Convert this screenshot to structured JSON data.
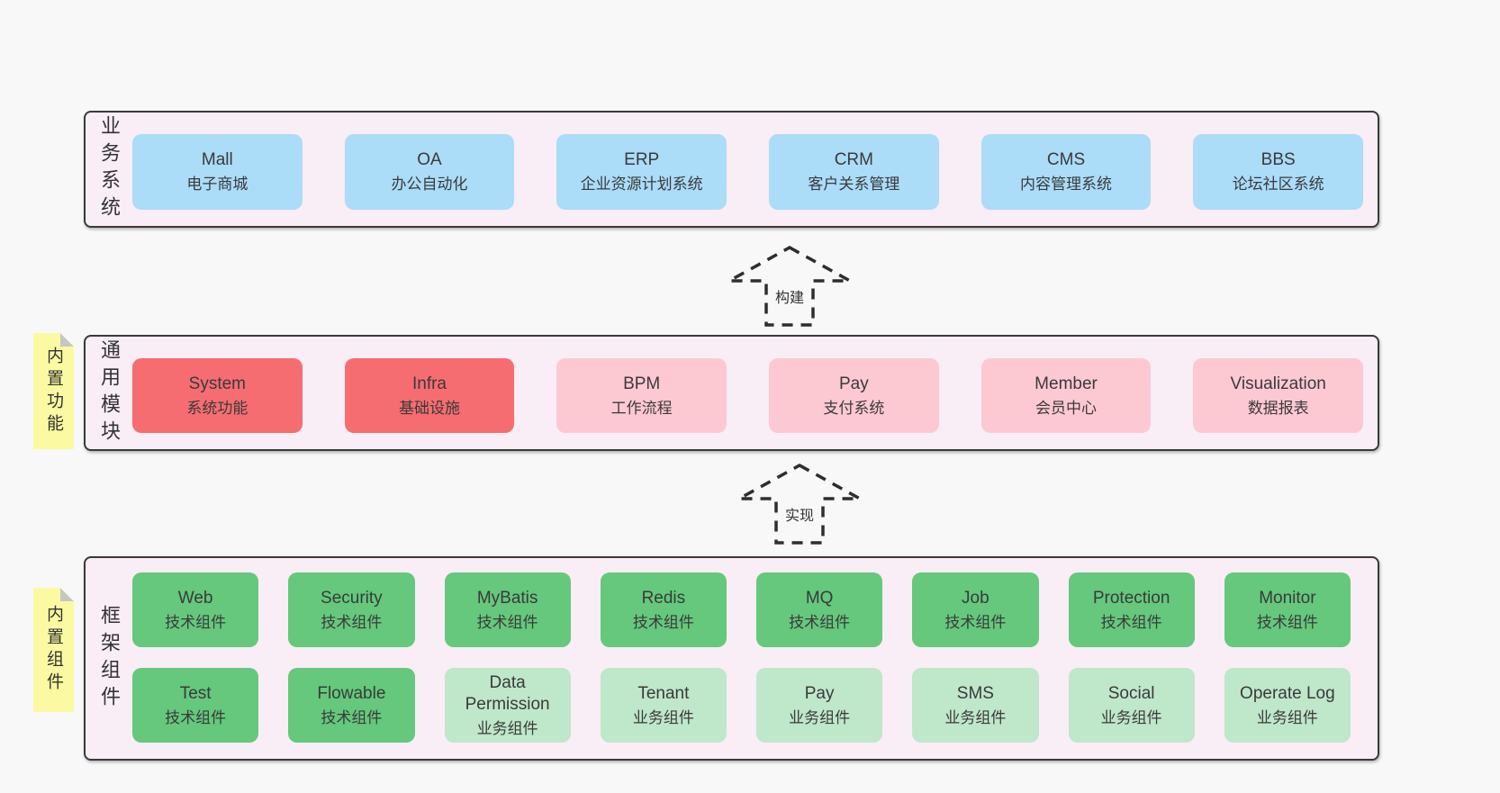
{
  "colors": {
    "background": "#f8f8f8",
    "panel_background": "#f9edf6",
    "panel_border": "#3a3a3a",
    "blue_box": "#abdcf8",
    "red_box": "#f66d71",
    "pink_box": "#fcc9d3",
    "green_box": "#65c87c",
    "light_green_box": "#bfe7ca",
    "sticky_note": "#fbfaa2",
    "text": "#3a3a3a"
  },
  "arrows": [
    {
      "label": "构建"
    },
    {
      "label": "实现"
    }
  ],
  "sections": [
    {
      "label": "业务系统",
      "boxes": [
        {
          "name": "Mall",
          "desc": "电子商城"
        },
        {
          "name": "OA",
          "desc": "办公自动化"
        },
        {
          "name": "ERP",
          "desc": "企业资源计划系统"
        },
        {
          "name": "CRM",
          "desc": "客户关系管理"
        },
        {
          "name": "CMS",
          "desc": "内容管理系统"
        },
        {
          "name": "BBS",
          "desc": "论坛社区系统"
        }
      ]
    },
    {
      "label": "通用模块",
      "note": "内置功能",
      "boxes": [
        {
          "name": "System",
          "desc": "系统功能"
        },
        {
          "name": "Infra",
          "desc": "基础设施"
        },
        {
          "name": "BPM",
          "desc": "工作流程"
        },
        {
          "name": "Pay",
          "desc": "支付系统"
        },
        {
          "name": "Member",
          "desc": "会员中心"
        },
        {
          "name": "Visualization",
          "desc": "数据报表"
        }
      ]
    },
    {
      "label": "框架组件",
      "note": "内置组件",
      "rows": [
        {
          "boxes": [
            {
              "name": "Web",
              "desc": "技术组件"
            },
            {
              "name": "Security",
              "desc": "技术组件"
            },
            {
              "name": "MyBatis",
              "desc": "技术组件"
            },
            {
              "name": "Redis",
              "desc": "技术组件"
            },
            {
              "name": "MQ",
              "desc": "技术组件"
            },
            {
              "name": "Job",
              "desc": "技术组件"
            },
            {
              "name": "Protection",
              "desc": "技术组件"
            },
            {
              "name": "Monitor",
              "desc": "技术组件"
            }
          ]
        },
        {
          "boxes": [
            {
              "name": "Test",
              "desc": "技术组件"
            },
            {
              "name": "Flowable",
              "desc": "技术组件"
            },
            {
              "name": "Data Permission",
              "desc": "业务组件"
            },
            {
              "name": "Tenant",
              "desc": "业务组件"
            },
            {
              "name": "Pay",
              "desc": "业务组件"
            },
            {
              "name": "SMS",
              "desc": "业务组件"
            },
            {
              "name": "Social",
              "desc": "业务组件"
            },
            {
              "name": "Operate Log",
              "desc": "业务组件"
            }
          ]
        }
      ]
    }
  ]
}
